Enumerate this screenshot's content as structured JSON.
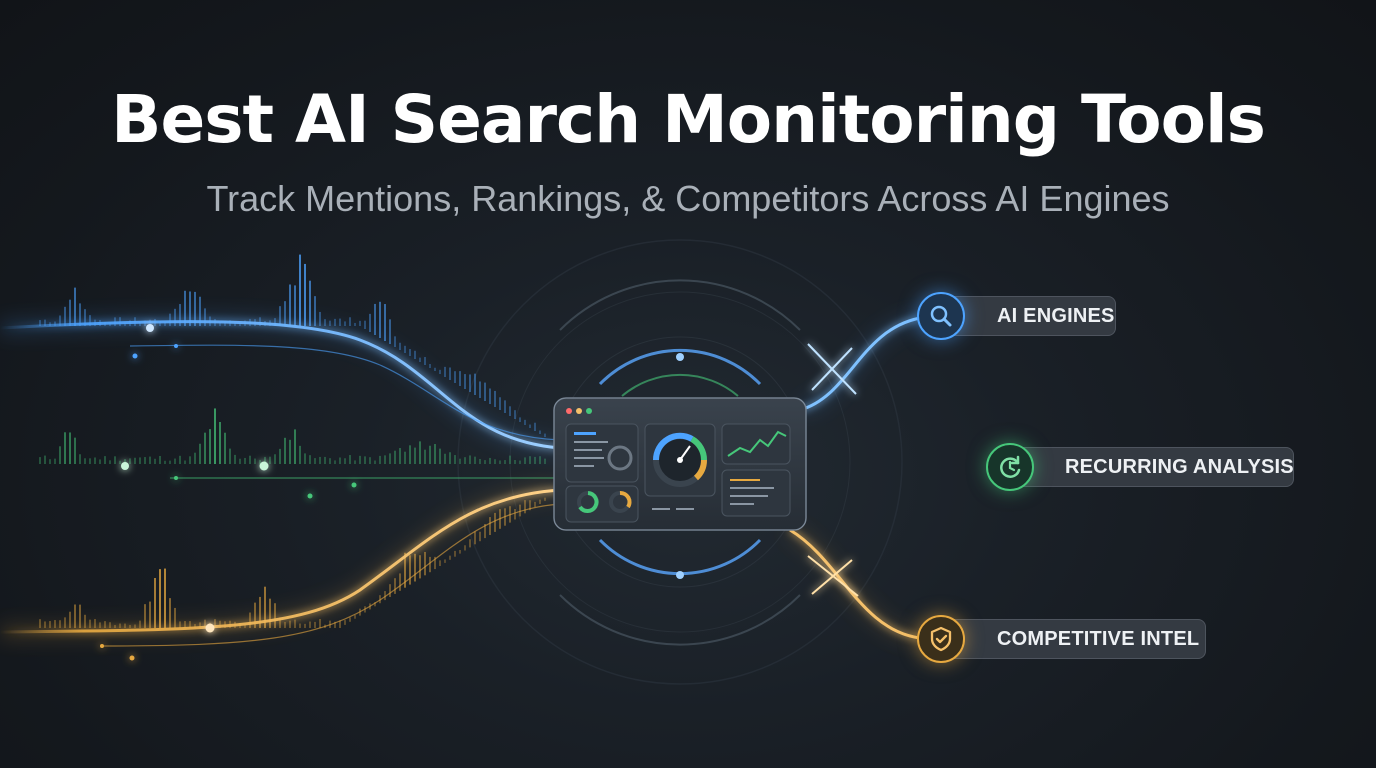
{
  "hero": {
    "title": "Best AI Search Monitoring Tools",
    "subtitle": "Track Mentions, Rankings, & Competitors Across AI Engines"
  },
  "features": [
    {
      "label": "AI ENGINES",
      "icon": "search-icon",
      "color": "#4da3ff"
    },
    {
      "label": "RECURRING ANALYSIS",
      "icon": "refresh-clock-icon",
      "color": "#46c77a"
    },
    {
      "label": "COMPETITIVE INTEL",
      "icon": "shield-check-icon",
      "color": "#e7a940"
    }
  ],
  "dashboard": {
    "panels": [
      "list-panel",
      "gauge-panel",
      "line-chart-panel",
      "donut-panel",
      "text-panel"
    ]
  },
  "colors": {
    "background": "#161b20",
    "blue": "#4da3ff",
    "green": "#46c77a",
    "gold": "#e7a940",
    "text": "#ffffff",
    "subtext": "#a9b0b8"
  }
}
